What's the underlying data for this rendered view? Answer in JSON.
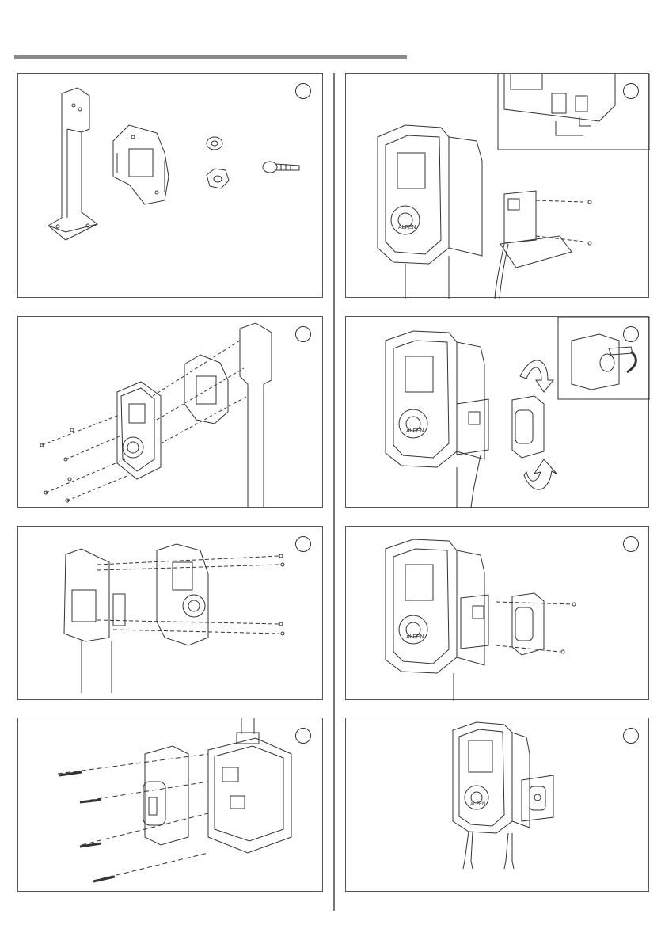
{
  "page": {
    "footer_text": ""
  },
  "panels": [
    {
      "badge": "",
      "icons": [
        "pole-icon",
        "bracket-plate-icon",
        "washer-icon",
        "hex-nut-icon",
        "bolt-icon"
      ]
    },
    {
      "badge": "",
      "icons": [
        "wallbox-icon",
        "bracket-plate-icon",
        "pole-icon",
        "screw-icon"
      ]
    },
    {
      "badge": "",
      "icons": [
        "wallbox-rear-icon",
        "wallbox-icon",
        "screw-icon"
      ]
    },
    {
      "badge": "",
      "icons": [
        "junction-box-icon",
        "cover-plate-icon",
        "screw-icon",
        "cable-gland-icon"
      ]
    },
    {
      "badge": "",
      "label": "ALFEN",
      "icons": [
        "wallbox-icon",
        "junction-box-icon",
        "detail-inset-icon",
        "screw-icon",
        "cable-icon"
      ]
    },
    {
      "badge": "",
      "label": "ALFEN",
      "icons": [
        "wallbox-icon",
        "cover-plate-icon",
        "rotate-arrow-icon",
        "switch-detail-icon"
      ]
    },
    {
      "badge": "",
      "label": "ALFEN",
      "icons": [
        "wallbox-icon",
        "cover-plate-icon",
        "screw-icon"
      ]
    },
    {
      "badge": "",
      "label": "ALFEN",
      "icons": [
        "wallbox-assembled-icon",
        "switch-box-icon",
        "cable-icon"
      ]
    }
  ]
}
